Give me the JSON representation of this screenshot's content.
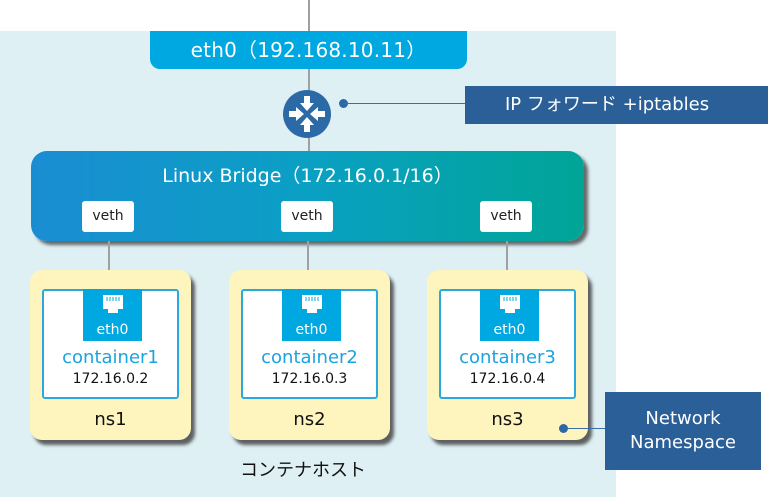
{
  "host": {
    "label": "コンテナホスト",
    "external_nic": "eth0（192.168.10.11）"
  },
  "router": {
    "icon": "router-icon",
    "callout": "IP フォワード +iptables"
  },
  "bridge": {
    "title": "Linux Bridge（172.16.0.1/16）",
    "ports": [
      "veth",
      "veth",
      "veth"
    ]
  },
  "namespaces": [
    {
      "ns": "ns1",
      "container": "container1",
      "ip": "172.16.0.2",
      "nic": "eth0"
    },
    {
      "ns": "ns2",
      "container": "container2",
      "ip": "172.16.0.3",
      "nic": "eth0"
    },
    {
      "ns": "ns3",
      "container": "container3",
      "ip": "172.16.0.4",
      "nic": "eth0"
    }
  ],
  "callouts": {
    "network_namespace": [
      "Network",
      "Namespace"
    ]
  },
  "colors": {
    "host_bg": "#def0f4",
    "nic_blue": "#00a8e1",
    "callout_navy": "#2a5f98",
    "namespace_yellow": "#fdf5bd"
  }
}
